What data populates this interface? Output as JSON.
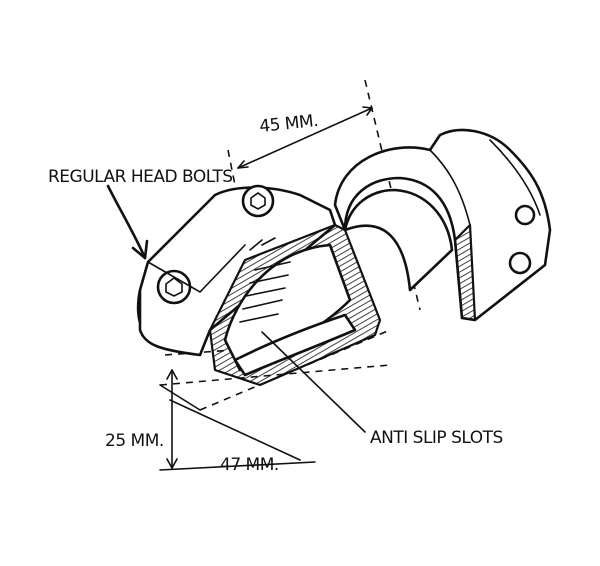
{
  "labels": {
    "head_bolts": "REGULAR HEAD BOLTS",
    "width_top": "45 MM.",
    "height": "25 MM.",
    "width_bottom": "47 MM.",
    "slots": "ANTI SLIP SLOTS"
  },
  "colors": {
    "ink": "#111111",
    "paper": "#ffffff"
  }
}
